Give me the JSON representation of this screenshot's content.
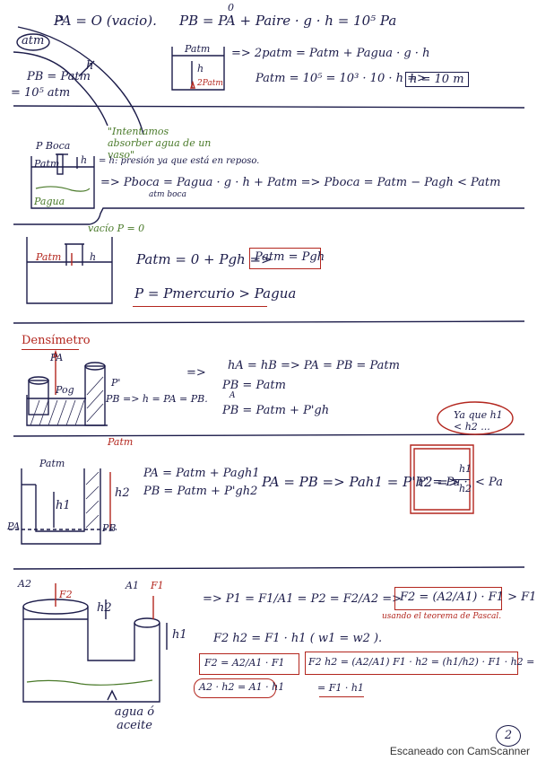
{
  "s1": {
    "pa_vacio": "PA = O (vacio).",
    "atm": "atm",
    "pb_patm": "PB = Patm",
    "ten_atm": "= 10⁵ atm",
    "h": "h",
    "pb_eq": "PB = PA + Paire · g · h = 10⁵ Pa",
    "zero": "0",
    "box_patm": "Patm",
    "box_h": "h",
    "box_2patm": "2Patm",
    "eq_2patm": "=> 2patm = Patm + Pagua · g · h",
    "eq_patm_num": "Patm = 10⁵ = 10³ · 10 · h =>",
    "ans_h": "h = 10 m"
  },
  "s2": {
    "note": "\"Intentamos absorber agua de un vaso\"",
    "pboca": "P Boca",
    "patm": "Patm",
    "h": "h",
    "pagua": "Pagua",
    "h_note": "= h: presión ya que está en reposo.",
    "eq_main": "=> Pboca = Pagua · g · h + Patm => Pboca = Patm − Pagh < Patm",
    "eq_sub": "atm            boca"
  },
  "s3": {
    "vacio": "vacío P = 0",
    "patm": "Patm",
    "h": "h",
    "eq": "Patm = 0 + Pgh =>",
    "ans": "Patm = Pgh",
    "concl": "P = Pmercurio > Pagua"
  },
  "s4": {
    "title": "Densímetro",
    "pa": "PA",
    "ppr": "P'",
    "pog": "Pog",
    "pb": "PB => h = PA = PB.",
    "eq1": "=>",
    "eq2": "hA = hB => PA = PB = Patm",
    "eq3": "PB = Patm",
    "eq3sub": "A",
    "eq4": "PB = Patm + P'gh"
  },
  "s5": {
    "patm_left": "Patm",
    "patm_top": "Patm",
    "h1": "h1",
    "h2": "h2",
    "pa": "PA",
    "pb": "PB",
    "eq_pa": "PA = Patm + Pagh1",
    "eq_pb": "PB = Patm + P'gh2",
    "chain": "PA = PB => Pah1 = P'h2 =>",
    "frac_lead": "P' = Pa ·",
    "frac_num": "h1",
    "frac_den": "h2",
    "lt_pa": "< Pa",
    "bubble": "Ya que h1 < h2 ..."
  },
  "s6": {
    "a2": "A2",
    "a1": "A1",
    "f2": "F2",
    "f1": "F1",
    "h2": "h2",
    "h1": "h1",
    "fluid": "agua ó aceite",
    "eq1": "=> P1 = F1/A1 = P2 = F2/A2 =>",
    "ans1": "F2 = (A2/A1) · F1 > F1",
    "note": "usando el teorema de Pascal.",
    "eq2": "F2 h2 = F1 · h1  ( w1 = w2 ).",
    "box_a": "F2 = A2/A1 · F1",
    "box_b": "F2 h2 = (A2/A1) F1 · h2 = (h1/h2) · F1 · h2 =",
    "box_c": "A2 · h2 = A1 · h1",
    "eq_end": "= F1 · h1"
  },
  "page_number": "2",
  "footer": "Escaneado con CamScanner"
}
